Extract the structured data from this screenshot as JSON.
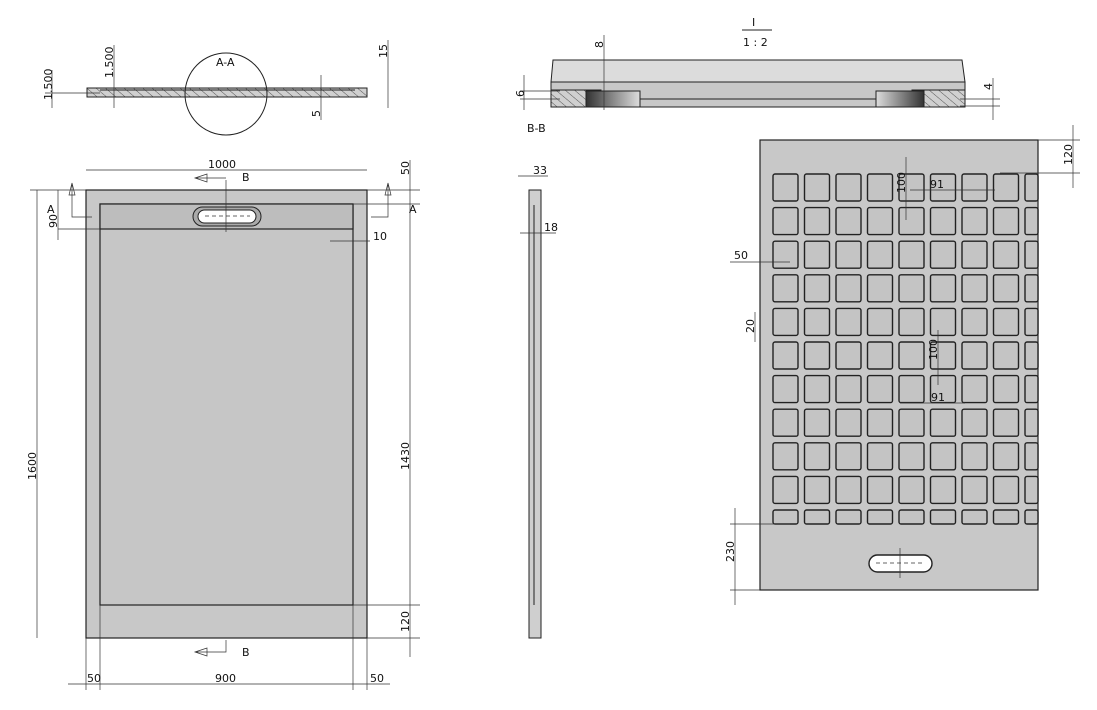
{
  "section_aa": {
    "label": "A-A",
    "dims": {
      "left_depth": "1.500",
      "depth": "1.500",
      "slope_right": "15",
      "edge": "5"
    }
  },
  "top_view": {
    "dims": {
      "width": "1000",
      "inner_width": "900",
      "margin_left": "50",
      "margin_right": "50",
      "margin_top": "50",
      "channel": "90",
      "side": "10",
      "length": "1600",
      "inner_length": "1430",
      "bottom": "120"
    },
    "section_labels": {
      "a_left": "A",
      "a_right": "A",
      "b_top": "B",
      "b_bottom": "B"
    }
  },
  "section_bb": {
    "label": "B-B",
    "scale_num": "I",
    "scale": "1 : 2",
    "dims": {
      "left": "6",
      "top": "8",
      "right": "4"
    }
  },
  "side_view": {
    "dims": {
      "thickness": "33",
      "base": "18"
    }
  },
  "bottom_view": {
    "dims": {
      "top": "120",
      "pitch_v": "100",
      "pitch_h": "91",
      "edge": "50",
      "gap": "20",
      "pitch_v2": "100",
      "pitch_h2": "91",
      "drain": "230"
    }
  }
}
